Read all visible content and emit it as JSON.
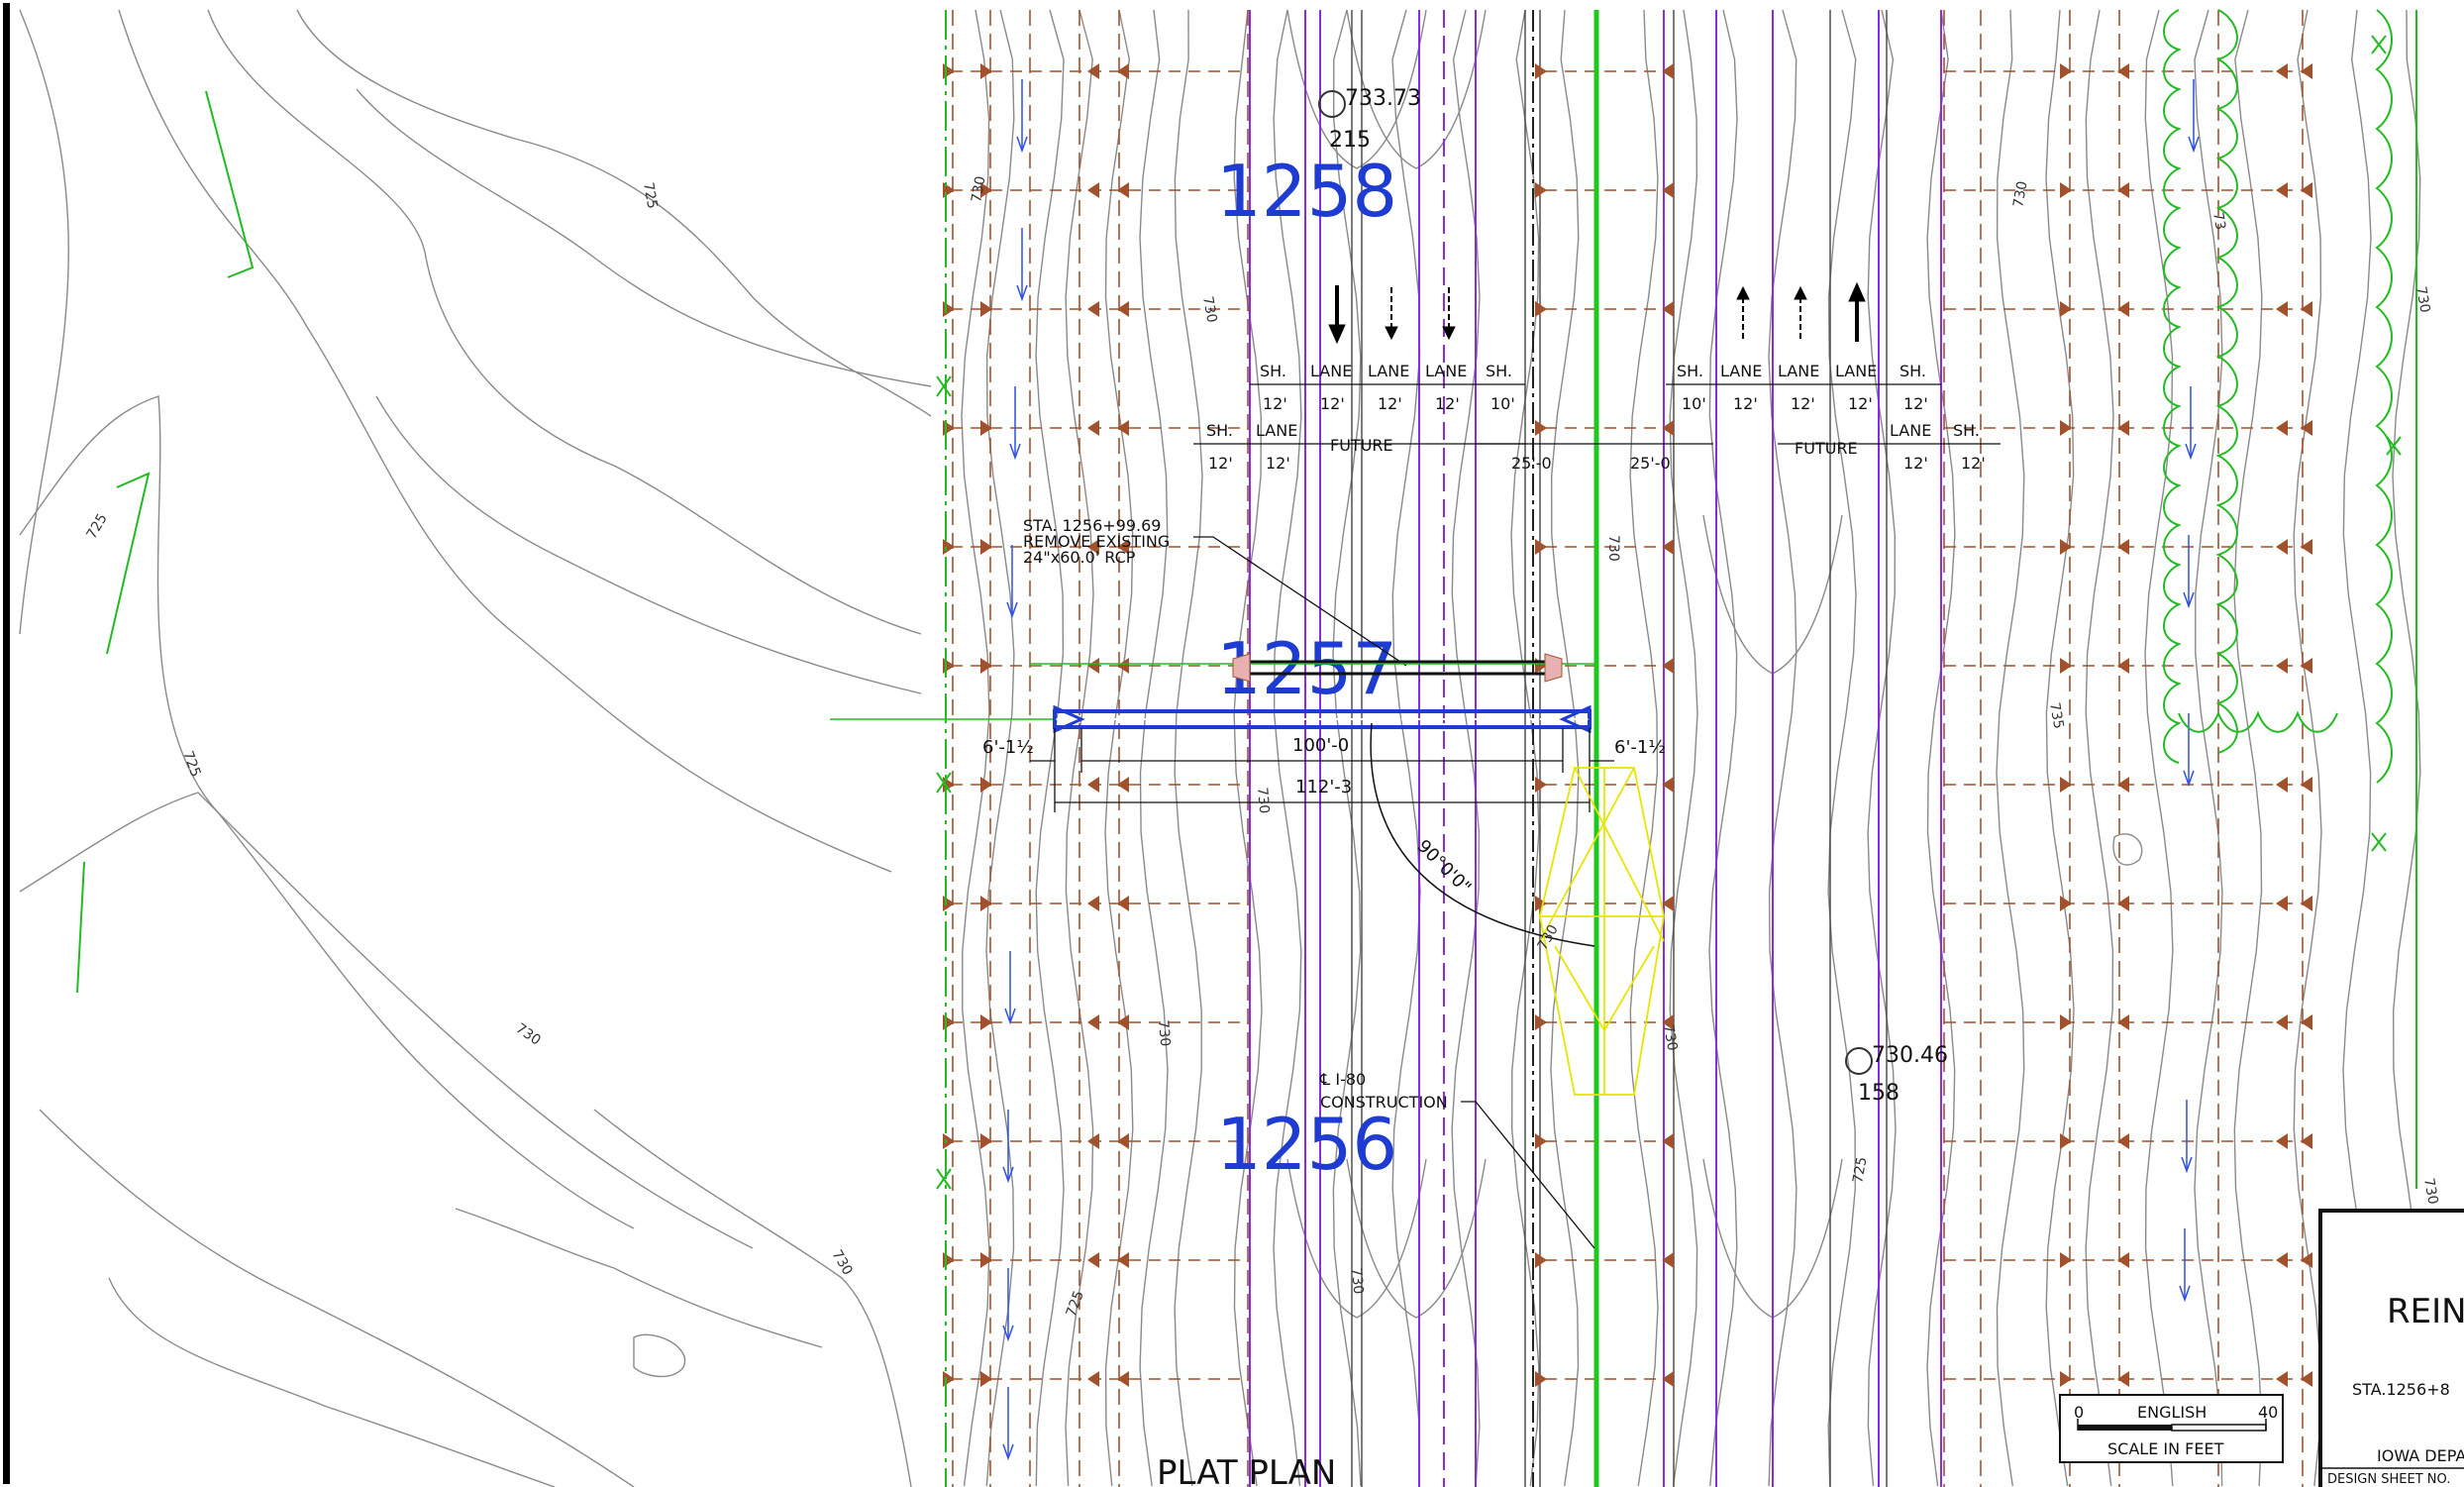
{
  "drawing": {
    "title": "PLAT PLAN",
    "stations": [
      "1258",
      "1257",
      "1256"
    ],
    "spot_elevations": [
      {
        "elev": "733.73",
        "id": "215"
      },
      {
        "elev": "730.46",
        "id": "158"
      }
    ],
    "contour_labels": [
      "730",
      "730",
      "730",
      "730",
      "730",
      "730",
      "730",
      "730",
      "725",
      "725",
      "725",
      "725",
      "725",
      "730",
      "730",
      "730",
      "735",
      "73"
    ],
    "lane_groups": {
      "left_top": [
        "SH.",
        "LANE",
        "LANE",
        "LANE",
        "SH."
      ],
      "left_top_widths": [
        "12'",
        "12'",
        "12'",
        "12'",
        "10'"
      ],
      "left_future": [
        "SH.",
        "LANE"
      ],
      "left_future_widths": [
        "12'",
        "12'"
      ],
      "left_future_label": "FUTURE",
      "right_top": [
        "SH.",
        "LANE",
        "LANE",
        "LANE",
        "SH."
      ],
      "right_top_widths": [
        "10'",
        "12'",
        "12'",
        "12'",
        "12'"
      ],
      "right_future": [
        "LANE",
        "SH."
      ],
      "right_future_widths": [
        "12'",
        "12'"
      ],
      "right_future_label": "FUTURE",
      "median_dims": [
        "25'-0",
        "25'-0"
      ]
    },
    "notes": {
      "remove_line1": "STA. 1256+99.69",
      "remove_line2": "REMOVE EXISTING",
      "remove_line3": "24\"x60.0' RCP",
      "centerline_line1": "℄ I-80",
      "centerline_line2": "CONSTRUCTION",
      "angle": "90°0'0\""
    },
    "dimensions": {
      "left_offset": "6'-1½",
      "culvert_length": "100'-0",
      "right_offset": "6'-1½",
      "total_length": "112'-3"
    },
    "scale": {
      "start": "0",
      "mid": "ENGLISH",
      "end": "40",
      "caption": "SCALE IN FEET"
    },
    "title_block": {
      "title": "REIN",
      "station": "STA.1256+8",
      "dept": "IOWA DEPA",
      "sheet": "DESIGN SHEET NO."
    }
  },
  "colors": {
    "contour": "#8a8a8a",
    "fence": "#a0522d",
    "edge": "#8a2be2",
    "centerline": "#1ec81e",
    "station_text": "#1e3cd2",
    "culvert": "#1e3cd2",
    "row_green": "#22bb22"
  }
}
